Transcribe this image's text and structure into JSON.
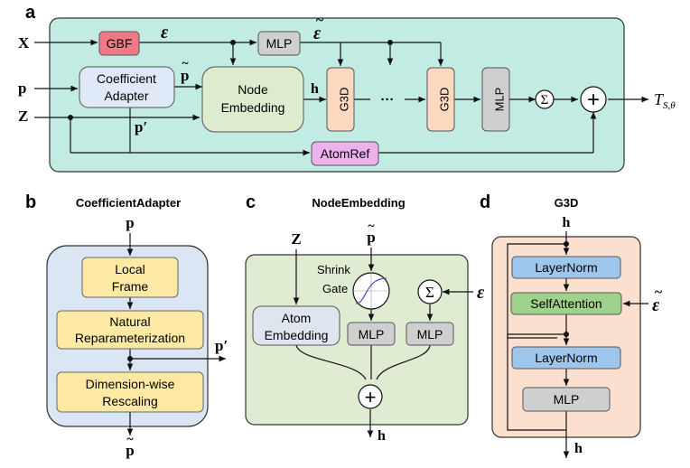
{
  "panels": {
    "a": {
      "label": "a"
    },
    "b": {
      "label": "b",
      "title": "CoefficientAdapter"
    },
    "c": {
      "label": "c",
      "title": "NodeEmbedding"
    },
    "d": {
      "label": "d",
      "title": "G3D"
    }
  },
  "colors": {
    "panel_a_bg": "#c1ebe3",
    "panel_b_bg": "#dbe6f4",
    "panel_c_bg": "#e0ecd2",
    "panel_d_bg": "#fbe0cf",
    "gbf": "#ef7a86",
    "mlp": "#cfcfcf",
    "coefficient_adapter": "#dfe9f7",
    "node_embedding": "#ddeccf",
    "g3d": "#fbd8bf",
    "atomref": "#ecb2ec",
    "yellow_box": "#fde9a4",
    "layernorm": "#9ec6ec",
    "selfattention": "#9fd18a"
  },
  "a": {
    "inputs": {
      "x": "X",
      "p": "p",
      "z": "Z"
    },
    "gbf": "GBF",
    "eps": "ε",
    "eps_tilde": "ε",
    "tilde": "~",
    "mlp_top": "MLP",
    "coef_line1": "Coefficient",
    "coef_line2": "Adapter",
    "p_tilde": "p",
    "p_prime": "p′",
    "node_line1": "Node",
    "node_line2": "Embedding",
    "h": "h",
    "g3d_1": "G3D",
    "ellipsis": "···",
    "g3d_2": "G3D",
    "mlp_right": "MLP",
    "sum": "Σ",
    "plus": "+",
    "atomref": "AtomRef",
    "output_main": "T",
    "output_sub": "S,θ"
  },
  "b": {
    "input": "p",
    "local_line1": "Local",
    "local_line2": "Frame",
    "natural_line1": "Natural",
    "natural_line2": "Reparameterization",
    "p_prime": "p′",
    "dim_line1": "Dimension-wise",
    "dim_line2": "Rescaling",
    "output": "p"
  },
  "c": {
    "z": "Z",
    "p_tilde": "p",
    "shrink_line1": "Shrink",
    "shrink_line2": "Gate",
    "sum": "Σ",
    "eps": "ε",
    "atom_line1": "Atom",
    "atom_line2": "Embedding",
    "mlp_1": "MLP",
    "mlp_2": "MLP",
    "plus": "+",
    "h": "h"
  },
  "d": {
    "h_in": "h",
    "layernorm_1": "LayerNorm",
    "selfattention": "SelfAttention",
    "eps_tilde": "ε",
    "layernorm_2": "LayerNorm",
    "mlp": "MLP",
    "h_out": "h"
  }
}
